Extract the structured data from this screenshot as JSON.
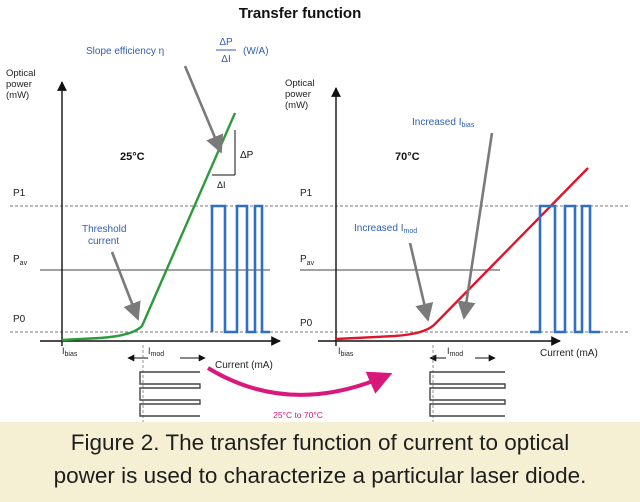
{
  "title": "Transfer function",
  "slope_label": "Slope efficiency η = ΔP / ΔI (W/A)",
  "slope_eq_prefix": "Slope efficiency η",
  "slope_eq_num": "ΔP",
  "slope_eq_den": "ΔI",
  "slope_eq_unit": "(W/A)",
  "left_panel": {
    "y_axis_title_line1": "Optical",
    "y_axis_title_line2": "power",
    "y_axis_title_line3": "(mW)",
    "temperature": "25°C",
    "p1_label": "P1",
    "pav_label": "P",
    "pav_sub": "av",
    "p0_label": "P0",
    "x_axis_title": "Current (mA)",
    "ibias_label": "I",
    "ibias_sub": "bias",
    "imod_label": "I",
    "imod_sub": "mod",
    "threshold_line1": "Threshold",
    "threshold_line2": "current",
    "delta_p": "ΔP",
    "delta_i": "ΔI"
  },
  "right_panel": {
    "y_axis_title_line1": "Optical",
    "y_axis_title_line2": "power",
    "y_axis_title_line3": "(mW)",
    "temperature": "70°C",
    "p1_label": "P1",
    "pav_label": "P",
    "pav_sub": "av",
    "p0_label": "P0",
    "x_axis_title": "Current (mA)",
    "ibias_label": "I",
    "ibias_sub": "bias",
    "imod_label": "I",
    "imod_sub": "mod",
    "increased_imod_prefix": "Increased I",
    "increased_imod_sub": "mod",
    "increased_ibias_prefix": "Increased I",
    "increased_ibias_sub": "bias"
  },
  "transition_label": "25°C to 70°C",
  "caption_line1": "Figure 2. The transfer function of current to optical",
  "caption_line2": "power is used to characterize a particular laser diode.",
  "colors": {
    "left_curve": "#2e9a3e",
    "right_curve": "#e0142a",
    "pulses": "#2f6fc4",
    "annotation_text": "#2f5fb0",
    "transition_arrow": "#d8187a",
    "caption_band": "#f5f0d3"
  }
}
